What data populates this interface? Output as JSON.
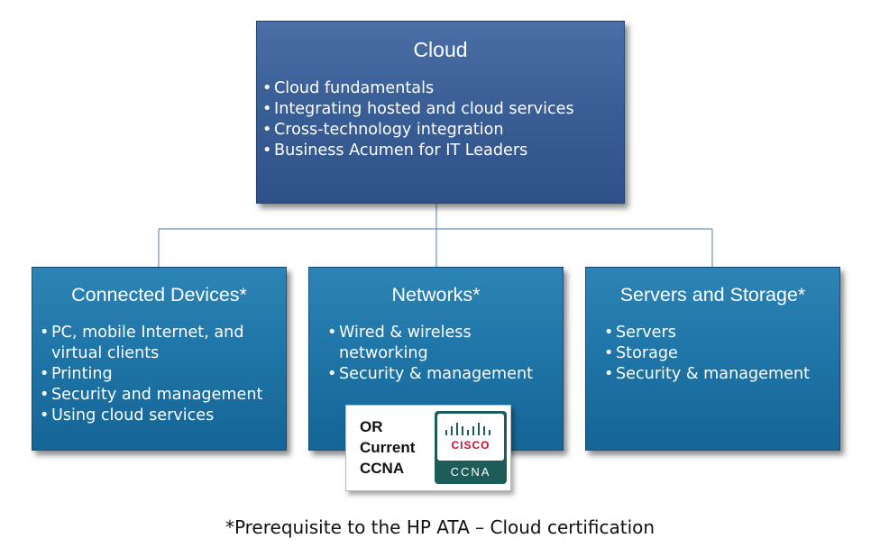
{
  "top": {
    "title": "Cloud",
    "items": [
      "Cloud fundamentals",
      "Integrating hosted and cloud services",
      "Cross-technology integration",
      "Business Acumen for IT Leaders"
    ]
  },
  "children": [
    {
      "title": "Connected Devices*",
      "items": [
        "PC, mobile Internet, and virtual clients",
        "Printing",
        "Security and management",
        "Using cloud services"
      ]
    },
    {
      "title": "Networks*",
      "items": [
        "Wired & wireless networking",
        "Security & management"
      ]
    },
    {
      "title": "Servers and Storage*",
      "items": [
        "Servers",
        "Storage",
        "Security & management"
      ]
    }
  ],
  "ccna_callout": {
    "lines": [
      "OR",
      "Current",
      "CCNA"
    ],
    "logo": {
      "brand": "CISCO",
      "cert": "CCNA"
    }
  },
  "footnote": "*Prerequisite to the HP ATA – Cloud certification",
  "colors": {
    "top_box": "#3a5f96",
    "child_box": "#1e74a6",
    "connector": "#6f94be",
    "cisco_red": "#c8102e",
    "ccna_teal": "#1e5c5a"
  }
}
